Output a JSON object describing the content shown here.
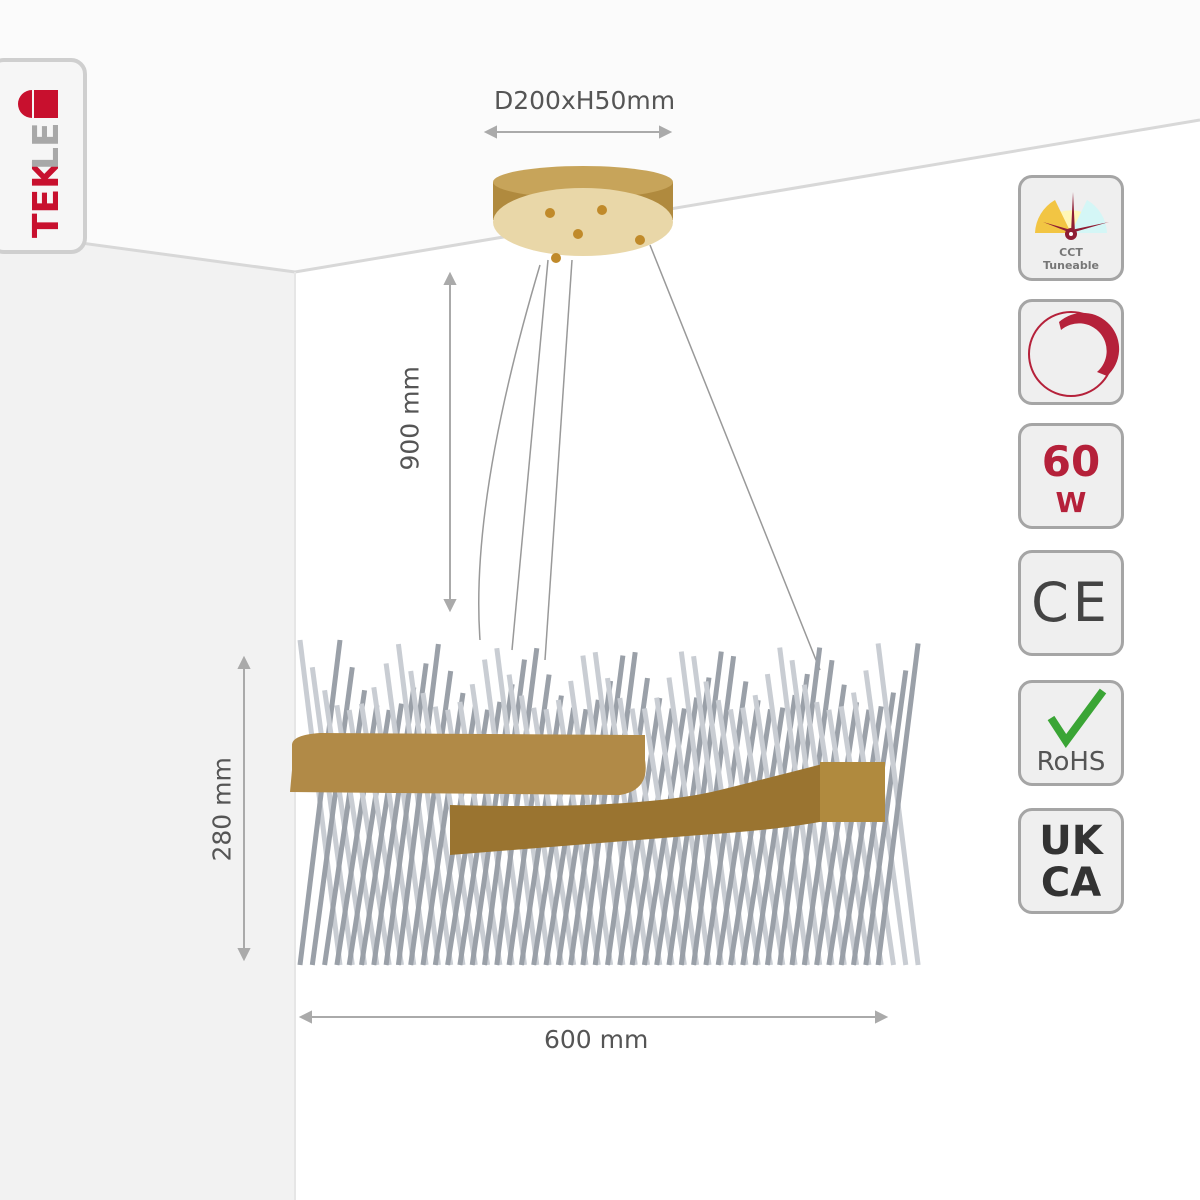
{
  "brand": {
    "logo_text": "TEKLED",
    "accent": "#c8102e"
  },
  "dimensions": {
    "canopy": "D200xH50mm",
    "drop": "900 mm",
    "height": "280 mm",
    "width": "600 mm"
  },
  "badges": [
    {
      "icon": "cct-gauge-icon",
      "label_line1": "CCT",
      "label_line2": "Tuneable"
    },
    {
      "icon": "dimmable-icon"
    },
    {
      "icon": "wattage-icon",
      "value": "60",
      "unit": "W"
    },
    {
      "icon": "ce-mark-icon",
      "text": "CE"
    },
    {
      "icon": "rohs-icon",
      "text": "RoHS"
    },
    {
      "icon": "ukca-icon",
      "line1": "UK",
      "line2": "CA"
    }
  ],
  "colors": {
    "gold": "#b08a3e",
    "badge_red": "#b5213a",
    "rohs_green": "#3aa535"
  }
}
